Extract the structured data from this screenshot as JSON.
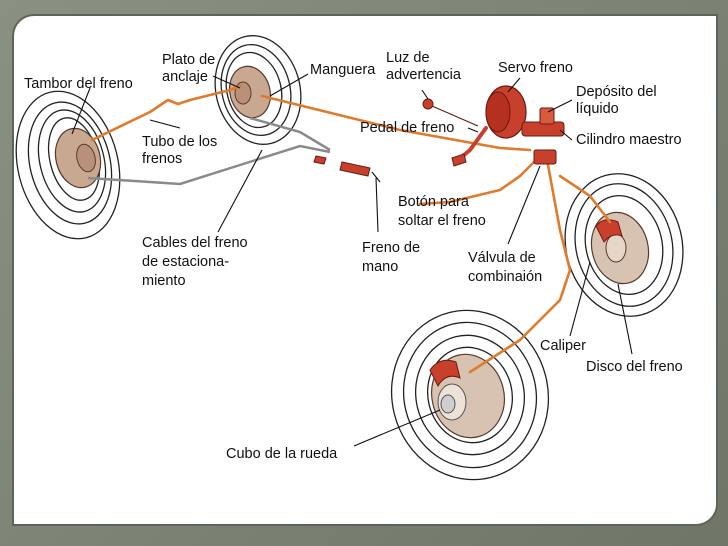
{
  "labels": {
    "tambor": "Tambor del freno",
    "plato_1": "Plato de",
    "plato_2": "anclaje",
    "manguera": "Manguera",
    "luz_1": "Luz de",
    "luz_2": "advertencia",
    "servo": "Servo freno",
    "deposito_1": "Depósito del",
    "deposito_2": "líquido",
    "cilindro": "Cilindro maestro",
    "pedal": "Pedal de freno",
    "tubo_1": "Tubo de los",
    "tubo_2": "frenos",
    "boton_1": "Botón para",
    "boton_2": "soltar el freno",
    "cables_1": "Cables del freno",
    "cables_2": "de estaciona-",
    "cables_3": "miento",
    "mano_1": "Freno de",
    "mano_2": "mano",
    "valvula_1": "Válvula de",
    "valvula_2": "combinaión",
    "caliper": "Caliper",
    "disco": "Disco del freno",
    "cubo": "Cubo de la rueda"
  },
  "colors": {
    "brake_line": "#e07a2c",
    "brake_line_dark": "#8a3a10",
    "component_red": "#c8402c",
    "drum_tan": "#c9a892",
    "cable_gray": "#8a8a8a"
  }
}
